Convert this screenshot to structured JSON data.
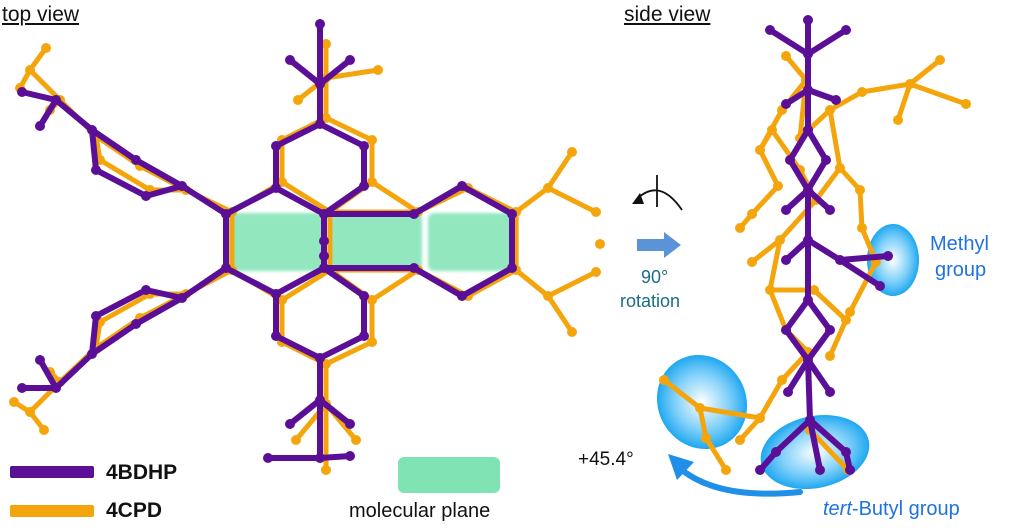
{
  "views": {
    "top_title": "top view",
    "side_title": "side view"
  },
  "legend": {
    "items": [
      {
        "name": "4BDHP",
        "color": "#5b0f97"
      },
      {
        "name": "4CPD",
        "color": "#f5a50c"
      }
    ],
    "plane_label": "molecular plane",
    "plane_color": "#7fe3b4"
  },
  "rotation": {
    "angle_text": "90°",
    "text": "rotation",
    "arrow_color": "#5b93d9",
    "text_color": "#1a6d86"
  },
  "annotations": {
    "methyl": [
      "Methyl",
      "group"
    ],
    "tert_prefix": "tert",
    "tert_suffix": "-Butyl group",
    "twist": "+45.4°",
    "highlight_color": "#1ea7f0",
    "label_color": "#1f73e0"
  },
  "colors": {
    "purple": "#5b0f97",
    "orange": "#f5a50c"
  }
}
